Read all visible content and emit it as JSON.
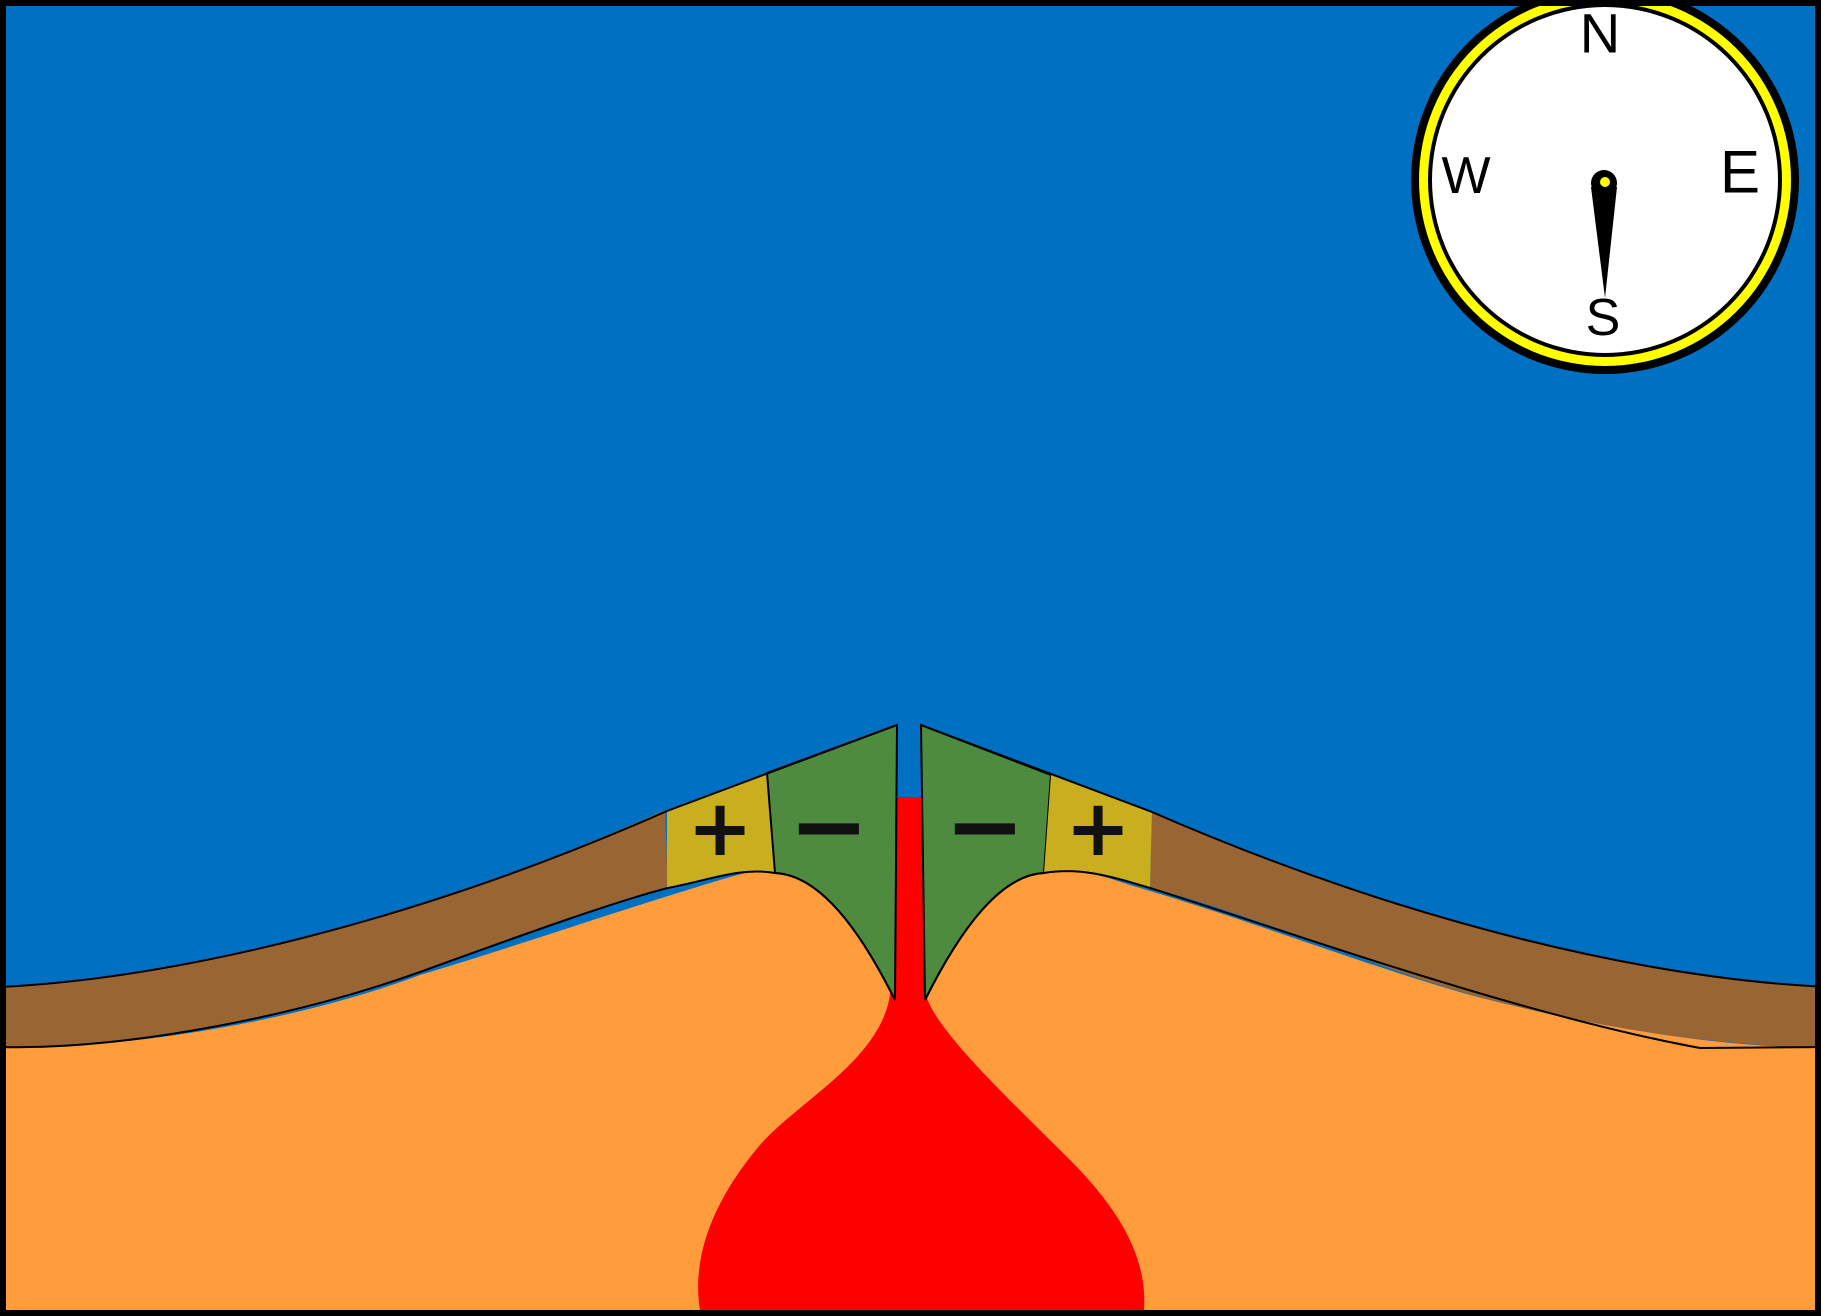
{
  "colors": {
    "ocean": "#0070C2",
    "mantle": "#FF9C3B",
    "crust": "#996633",
    "magma": "#FF0000",
    "normal_polarity_band": "#C9AF1E",
    "reversed_polarity_band": "#4E8B3F",
    "compass_ring": "#FFFF00",
    "compass_face": "#FFFFFF",
    "frame": "#000000"
  },
  "compass": {
    "north_label": "N",
    "south_label": "S",
    "east_label": "E",
    "west_label": "W",
    "needle_points_to": "south"
  },
  "stripes": {
    "left_outer_sign": "+",
    "left_inner_sign": "−",
    "right_inner_sign": "−",
    "right_outer_sign": "+"
  }
}
